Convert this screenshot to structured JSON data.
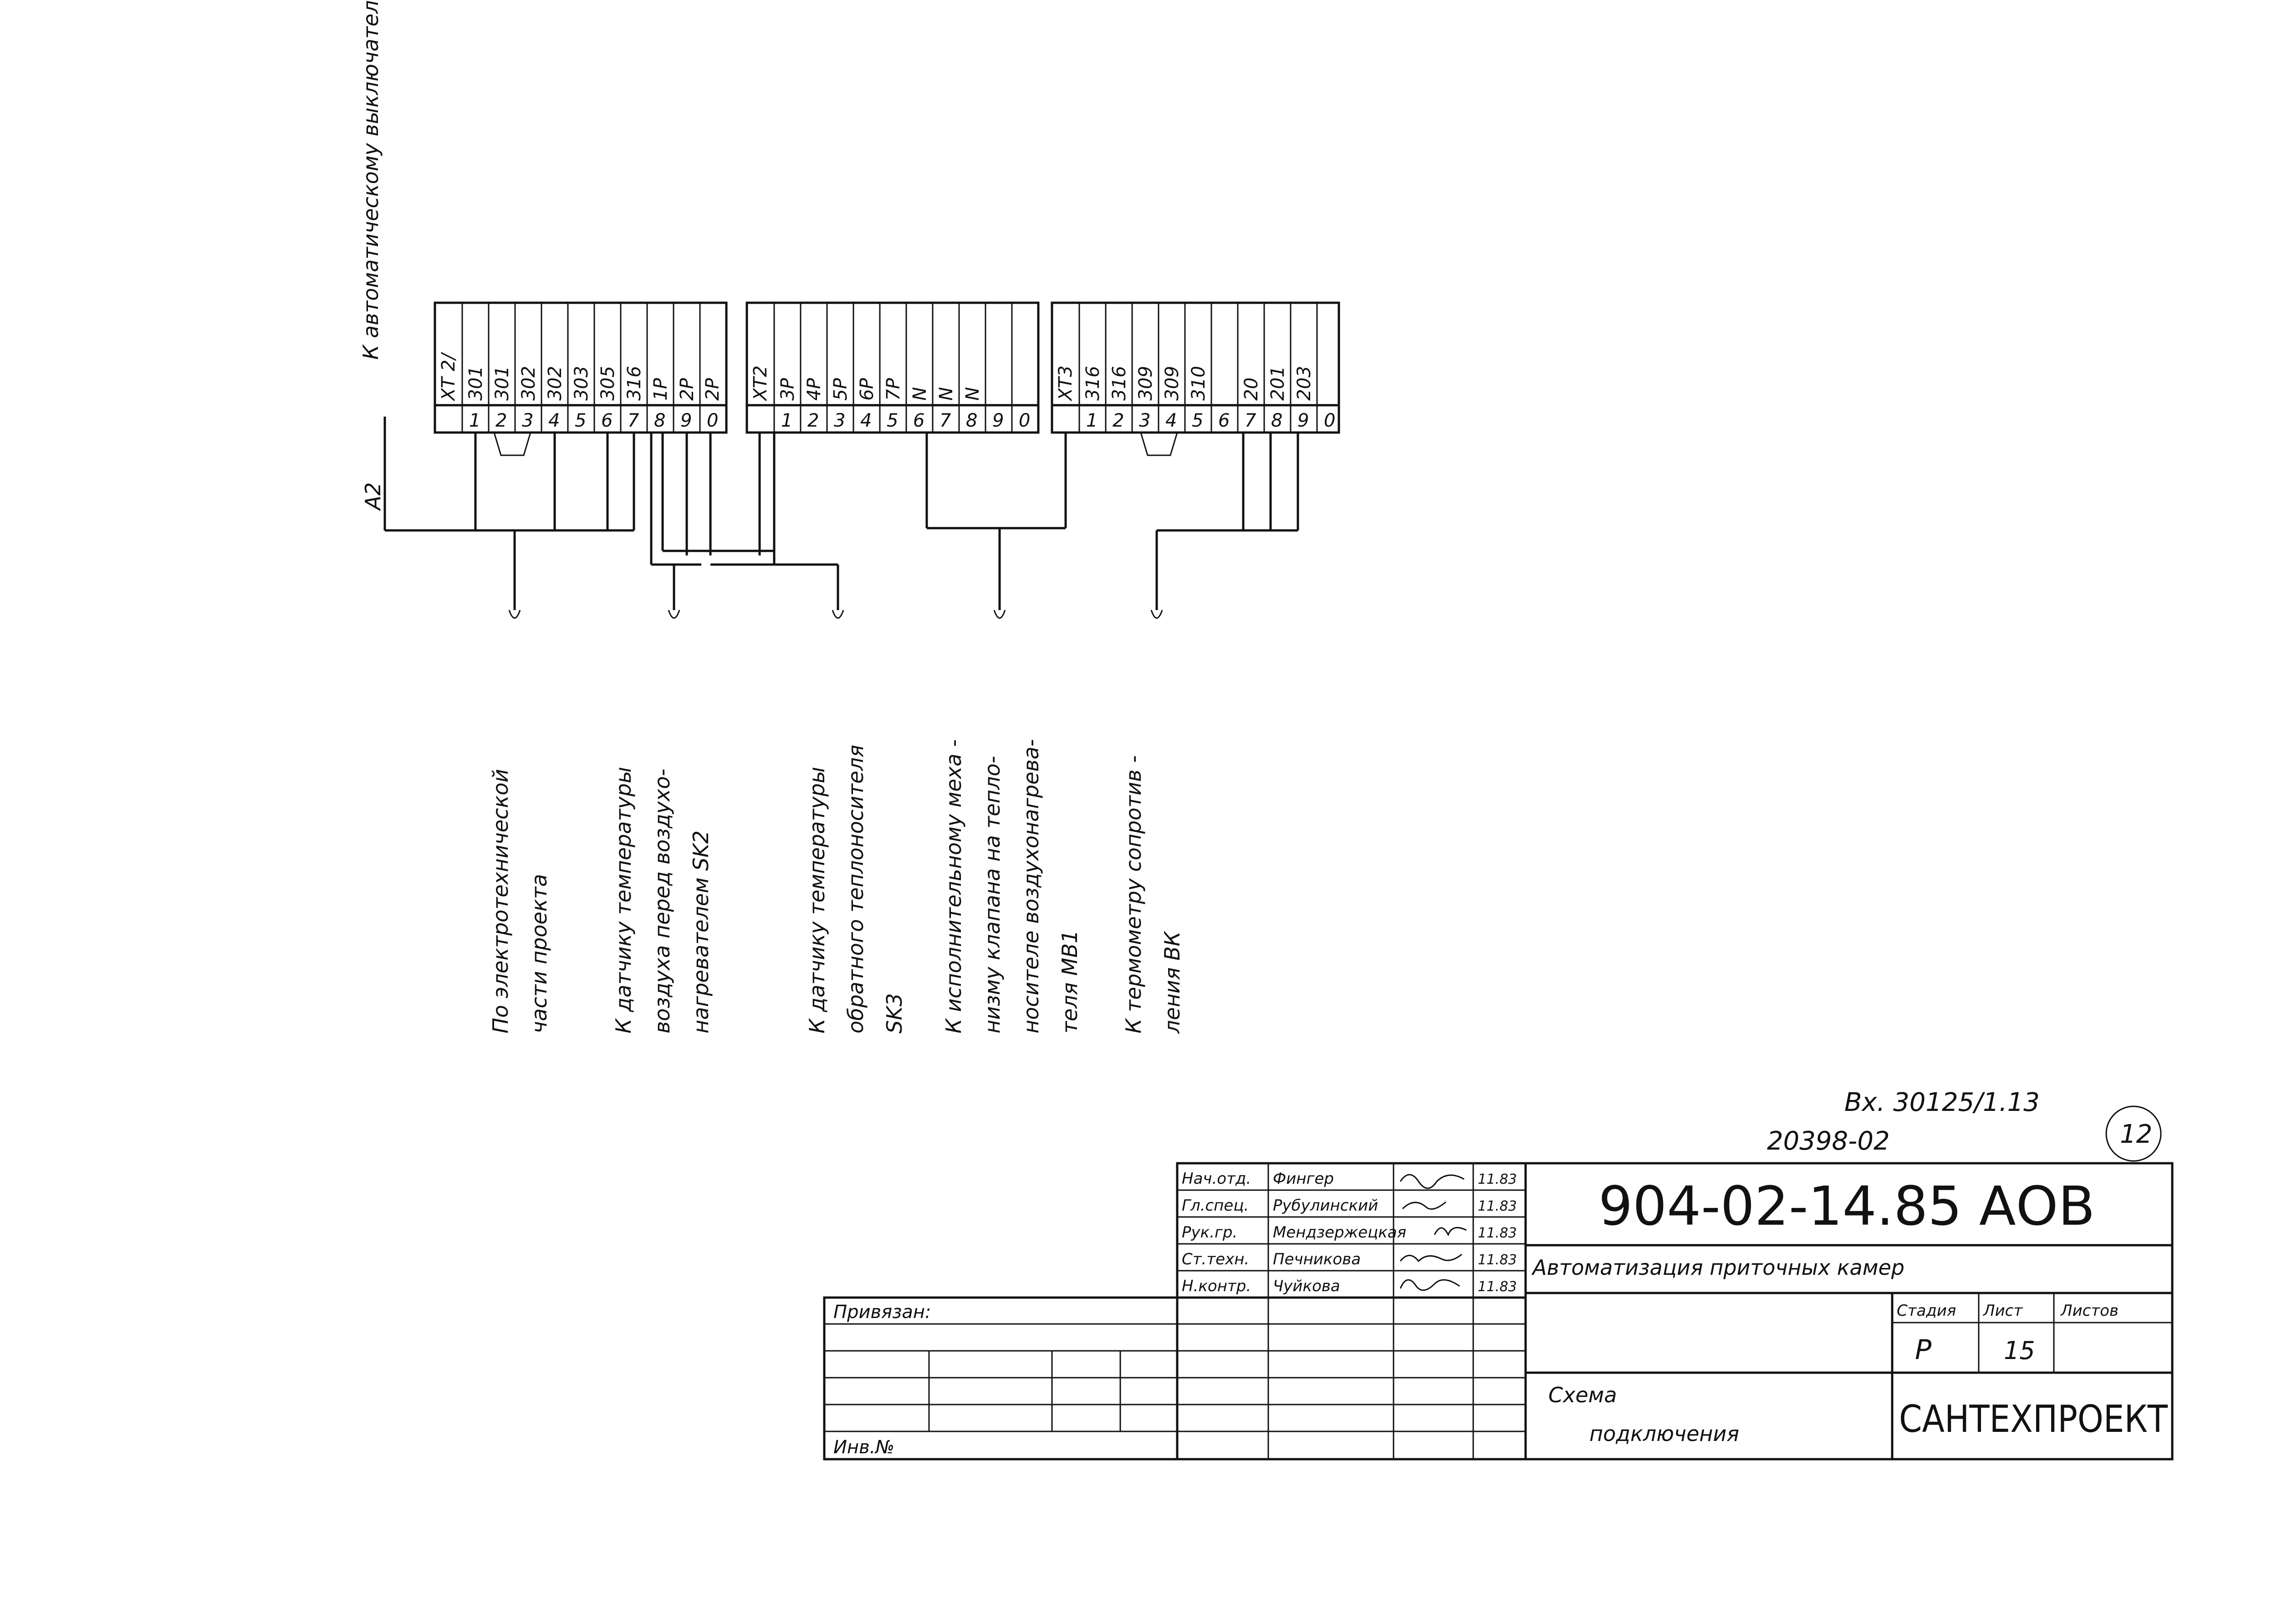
{
  "diagram": {
    "feed_label": "К автоматическому выключателю SF",
    "a2_label": "А2",
    "strip1": {
      "marks": [
        "ХТ 2/",
        "301",
        "301",
        "302",
        "302",
        "303",
        "305",
        "316",
        "1Р",
        "2Р",
        "2Р"
      ],
      "terminals": [
        "1",
        "2",
        "3",
        "4",
        "5",
        "6",
        "7",
        "8",
        "9",
        "0"
      ]
    },
    "strip2": {
      "marks": [
        "ХТ2",
        "3Р",
        "4Р",
        "5Р",
        "6Р",
        "7Р",
        "N",
        "N",
        "N"
      ],
      "terminals": [
        "1",
        "2",
        "3",
        "4",
        "5",
        "6",
        "7",
        "8",
        "9",
        "0"
      ]
    },
    "strip3": {
      "marks": [
        "ХТ3",
        "316",
        "316",
        "309",
        "309",
        "310",
        "20",
        "201",
        "203"
      ],
      "terminals": [
        "1",
        "2",
        "3",
        "4",
        "5",
        "6",
        "7",
        "8",
        "9",
        "0"
      ]
    },
    "destinations": [
      {
        "lines": [
          "По электротехнической",
          "части проекта"
        ]
      },
      {
        "lines": [
          "К датчику температуры",
          "воздуха перед воздухо-",
          "нагревателем SK2"
        ]
      },
      {
        "lines": [
          "К датчику температуры",
          "обратного теплоносителя",
          "SK3"
        ]
      },
      {
        "lines": [
          "К исполнительному меха -",
          "низму клапана на тепло-",
          "носителе воздухонагрева-",
          "теля МВ1"
        ]
      },
      {
        "lines": [
          "К термометру сопротив -",
          "ления ВК"
        ]
      }
    ]
  },
  "title_block": {
    "stamp_top": "Вх. 30125/1.13",
    "inv_number": "20398-02",
    "sheet_circle": "12",
    "staff": [
      {
        "role": "Нач.отд.",
        "name": "Фингер",
        "date": "11.83"
      },
      {
        "role": "Гл.спец.",
        "name": "Рубулинский",
        "date": "11.83"
      },
      {
        "role": "Рук.гр.",
        "name": "Мендзержецкая",
        "date": "11.83"
      },
      {
        "role": "Ст.техн.",
        "name": "Печникова",
        "date": "11.83"
      },
      {
        "role": "Н.контр.",
        "name": "Чуйкова",
        "date": "11.83"
      }
    ],
    "doc_code": "904-02-14.85 АОВ",
    "project_title": "Автоматизация приточных камер",
    "stage_label": "Стадия",
    "sheet_label": "Лист",
    "sheets_label": "Листов",
    "stage_value": "Р",
    "sheet_value": "15",
    "sheets_value": "",
    "drawing_title_1": "Схема",
    "drawing_title_2": "подключения",
    "organization": "САНТЕХПРОЕКТ",
    "privyazan_label": "Привязан:",
    "inv_label": "Инв.№"
  }
}
